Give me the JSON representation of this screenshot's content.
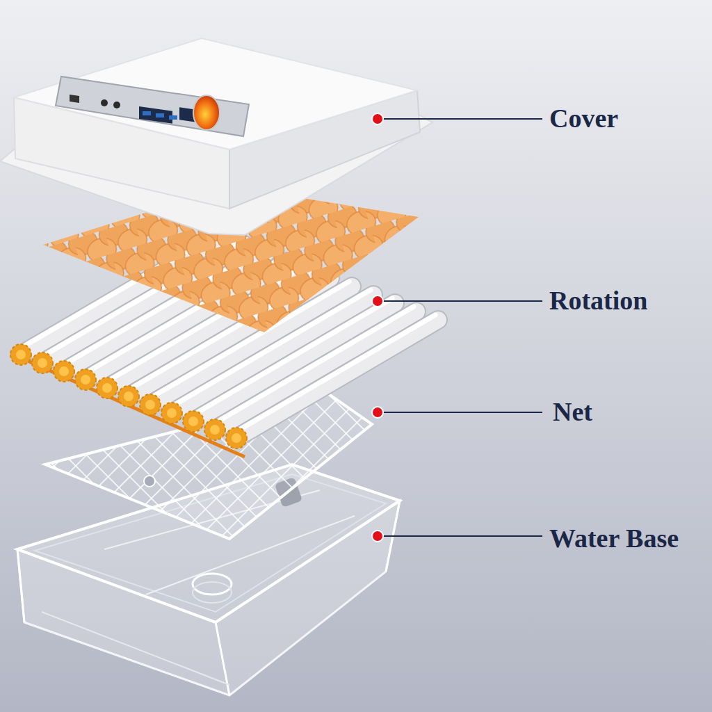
{
  "diagram": {
    "labels": [
      "Cover",
      "Rotation",
      "Net",
      "Water Base"
    ]
  }
}
